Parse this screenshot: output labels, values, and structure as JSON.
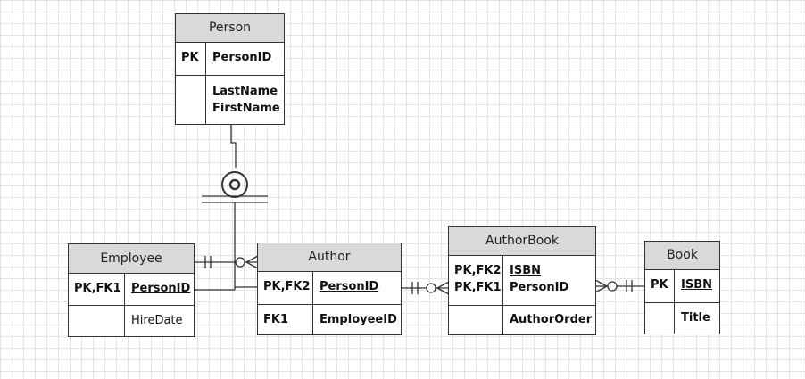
{
  "entities": {
    "person": {
      "title": "Person",
      "pk_key": "PK",
      "pk_attr": "PersonID",
      "attrs": [
        "LastName",
        "FirstName"
      ]
    },
    "employee": {
      "title": "Employee",
      "pk_key": "PK,FK1",
      "pk_attr": "PersonID",
      "attrs": [
        "HireDate"
      ]
    },
    "author": {
      "title": "Author",
      "pk_key": "PK,FK2",
      "pk_attr": "PersonID",
      "fk_key": "FK1",
      "fk_attr": "EmployeeID"
    },
    "authorbook": {
      "title": "AuthorBook",
      "pk_keys": [
        "PK,FK2",
        "PK,FK1"
      ],
      "pk_attrs": [
        "ISBN",
        "PersonID"
      ],
      "attrs": [
        "AuthorOrder"
      ]
    },
    "book": {
      "title": "Book",
      "pk_key": "PK",
      "pk_attr": "ISBN",
      "attrs": [
        "Title"
      ]
    }
  }
}
